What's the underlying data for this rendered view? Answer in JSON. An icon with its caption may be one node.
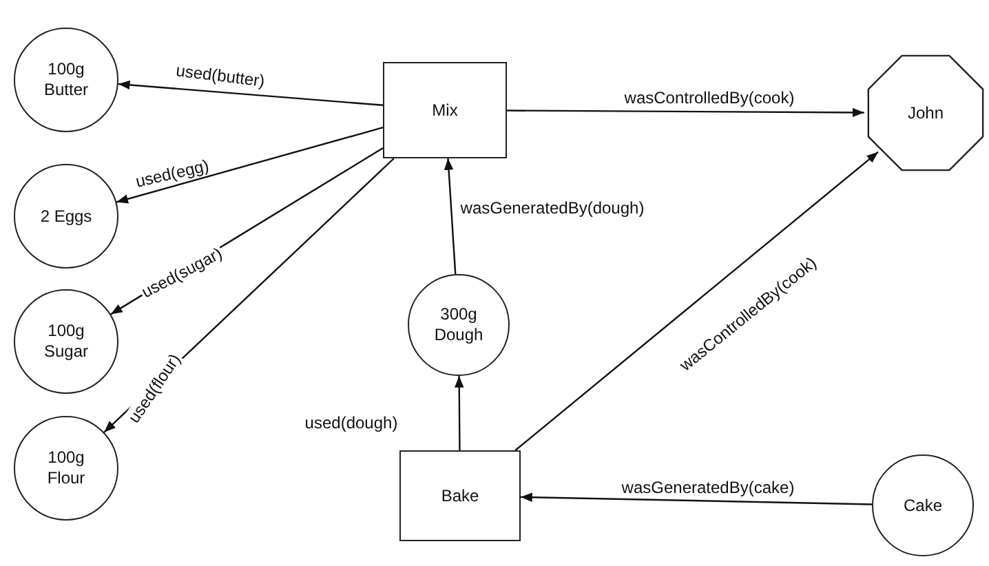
{
  "diagram": {
    "nodes": [
      {
        "text": [
          "100g Butter"
        ]
      },
      {
        "text": [
          "2 Eggs"
        ]
      },
      {
        "text": [
          "100g Sugar"
        ]
      },
      {
        "text": [
          "100g Flour"
        ]
      },
      {
        "text": [
          "Mix"
        ]
      },
      {
        "text": [
          "John"
        ]
      },
      {
        "text": [
          "300g Dough"
        ]
      },
      {
        "text": [
          "Bake"
        ]
      },
      {
        "text": [
          "Cake"
        ]
      }
    ],
    "edges": [
      {
        "from": 4,
        "to": 0,
        "arrow": "to",
        "label": "used(butter)"
      },
      {
        "from": 4,
        "to": 1,
        "arrow": "to",
        "label": "used(egg)"
      },
      {
        "from": 4,
        "to": 2,
        "arrow": "to",
        "label": "used(sugar)"
      },
      {
        "from": 4,
        "to": 3,
        "arrow": "to",
        "label": "used(flour)"
      },
      {
        "from": 4,
        "to": 5,
        "arrow": "to",
        "label": "wasControlledBy(cook)"
      },
      {
        "from": 6,
        "to": 4,
        "arrow": "to",
        "label": "wasGeneratedBy(dough)"
      },
      {
        "from": 7,
        "to": 6,
        "arrow": "to",
        "label": "used(dough)"
      },
      {
        "from": 7,
        "to": 5,
        "arrow": "to",
        "label": "wasControlledBy(cook)"
      },
      {
        "from": 8,
        "to": 7,
        "arrow": "to",
        "label": "wasGeneratedBy(cake)"
      }
    ]
  }
}
